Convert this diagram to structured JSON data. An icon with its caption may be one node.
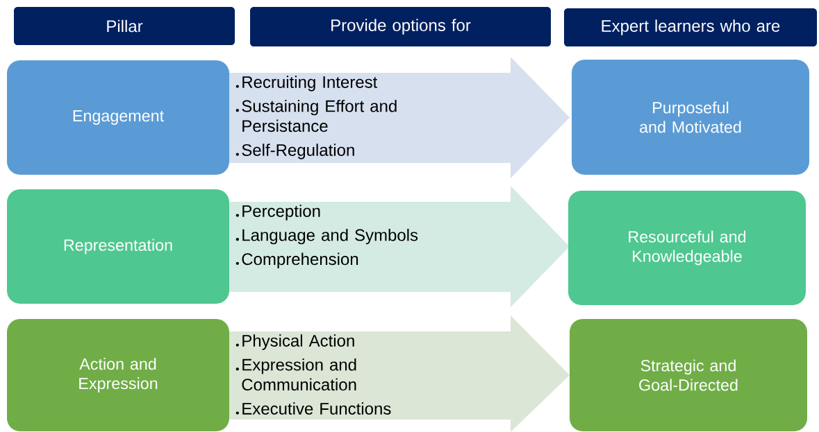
{
  "diagram": {
    "nodes": [
      {
        "text": [
          "Pillar"
        ]
      },
      {
        "text": [
          "Provide options for"
        ]
      },
      {
        "text": [
          "Expert learners who are"
        ]
      },
      {
        "text": [
          "Engagement"
        ]
      },
      {
        "text": [
          "Recruiting Interest",
          "Sustaining Effort and Persistance",
          "Self-Regulation"
        ]
      },
      {
        "text": [
          "Purposeful and Motivated"
        ]
      },
      {
        "text": [
          "Representation"
        ]
      },
      {
        "text": [
          "Perception",
          "Language and Symbols",
          "Comprehension"
        ]
      },
      {
        "text": [
          "Resourceful and Knowledgeable"
        ]
      },
      {
        "text": [
          "Action and Expression"
        ]
      },
      {
        "text": [
          "Physical Action",
          "Expression and Communication",
          "Executive Functions"
        ]
      },
      {
        "text": [
          "Strategic and Goal-Directed"
        ]
      }
    ]
  }
}
